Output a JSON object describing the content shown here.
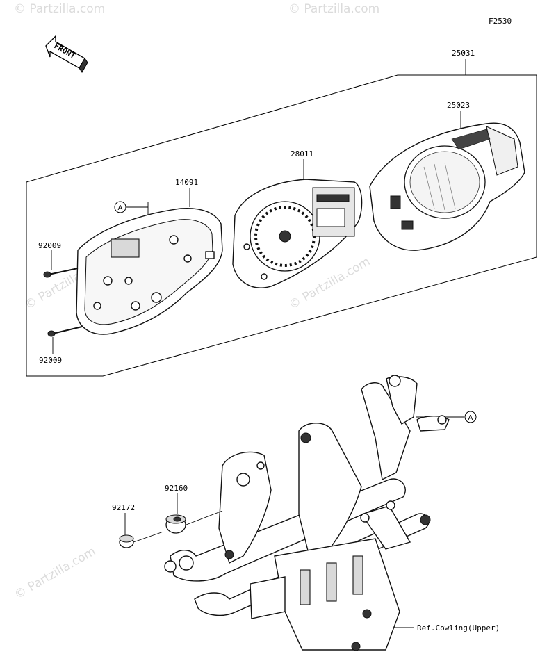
{
  "figure_code": "F2530",
  "front_arrow": {
    "label": "FRONT"
  },
  "parts": [
    {
      "id": "25031",
      "label": "25031"
    },
    {
      "id": "25023",
      "label": "25023"
    },
    {
      "id": "28011",
      "label": "28011"
    },
    {
      "id": "14091",
      "label": "14091"
    },
    {
      "id": "92009-top",
      "label": "92009"
    },
    {
      "id": "92009-bottom",
      "label": "92009"
    },
    {
      "id": "92160",
      "label": "92160"
    },
    {
      "id": "92172",
      "label": "92172"
    }
  ],
  "callouts": [
    {
      "id": "A-top",
      "letter": "A"
    },
    {
      "id": "A-bracket",
      "letter": "A"
    }
  ],
  "reference_note": "Ref.Cowling(Upper)",
  "watermark": "© Partzilla.com"
}
